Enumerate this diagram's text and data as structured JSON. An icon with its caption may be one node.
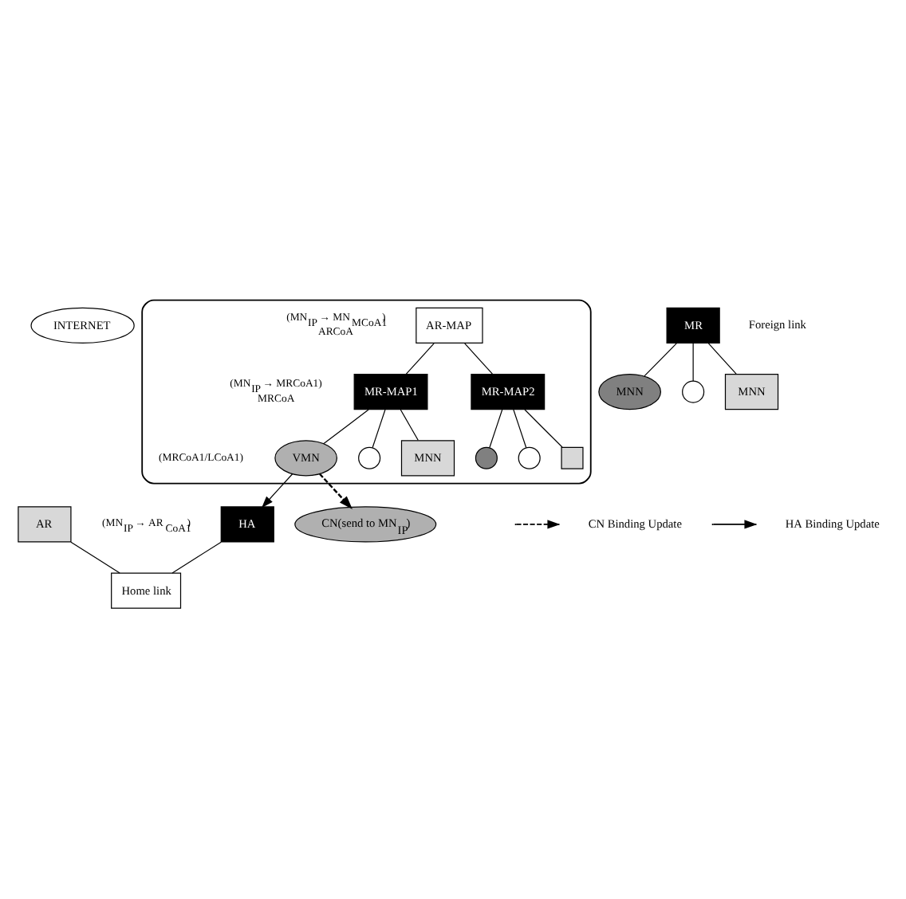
{
  "diagram": {
    "nodes": [
      {
        "text": [
          "INTERNET"
        ]
      },
      {
        "text": [
          "CN(send to MN$_{IP}$)"
        ]
      },
      {
        "text": [
          "AR"
        ]
      },
      {
        "text": [
          "HA"
        ],
        "beside": [
          "(MN$_{IP}$ → AR$_{CoA1}$)"
        ]
      },
      {
        "text": [
          "Home link"
        ]
      },
      {
        "text": [
          "MR"
        ]
      },
      {
        "text": [
          "MNN"
        ]
      },
      {
        "text": [],
        "shape": "circle"
      },
      {
        "text": [
          "MNN"
        ]
      },
      {
        "text": [],
        "shape": "ellipse"
      },
      {
        "text": [
          "AR-MAP"
        ],
        "beside": [
          "(MN$_{IP}$ → MN$_{MCoA1}$)",
          "ARCoA"
        ],
        "in": 9
      },
      {
        "text": [
          "MR-MAP1"
        ],
        "beside": [
          "(MN$_{IP}$ → MRCoA1)",
          "MRCoA"
        ],
        "in": 9
      },
      {
        "text": [
          "MR-MAP2"
        ],
        "in": 9
      },
      {
        "text": [
          "VMN"
        ],
        "beside": [
          "(MRCoA1/LCoA1)"
        ],
        "in": 9
      },
      {
        "text": [],
        "shape": "circle",
        "in": 9
      },
      {
        "text": [
          "MNN"
        ],
        "in": 9
      },
      {
        "text": [],
        "shape": "circle",
        "in": 9
      },
      {
        "text": [],
        "shape": "circle",
        "in": 9
      },
      {
        "text": [],
        "shape": "box",
        "in": 9
      }
    ],
    "edges": [
      {
        "from": 13,
        "to": 1,
        "arrow": "to",
        "style": "dashed"
      },
      {
        "from": 13,
        "to": 3,
        "arrow": "to"
      },
      {
        "from": 2,
        "to": 4,
        "arrow": "none"
      },
      {
        "from": 3,
        "to": 4,
        "arrow": "none"
      },
      {
        "from": 5,
        "to": 6,
        "arrow": "none"
      },
      {
        "from": 5,
        "to": 7,
        "arrow": "none"
      },
      {
        "from": 5,
        "to": 8,
        "arrow": "none"
      },
      {
        "from": 10,
        "to": 11,
        "arrow": "none"
      },
      {
        "from": 10,
        "to": 12,
        "arrow": "none"
      },
      {
        "from": 11,
        "to": 13,
        "arrow": "none"
      },
      {
        "from": 11,
        "to": 14,
        "arrow": "none"
      },
      {
        "from": 11,
        "to": 15,
        "arrow": "none"
      },
      {
        "from": 12,
        "to": 16,
        "arrow": "none"
      },
      {
        "from": 12,
        "to": 17,
        "arrow": "none"
      },
      {
        "from": 12,
        "to": 18,
        "arrow": "none"
      }
    ],
    "labels": [
      "Foreign link"
    ],
    "legend": [
      {
        "text": "CN Binding Update"
      },
      {
        "text": "HA Binding Update"
      }
    ]
  }
}
